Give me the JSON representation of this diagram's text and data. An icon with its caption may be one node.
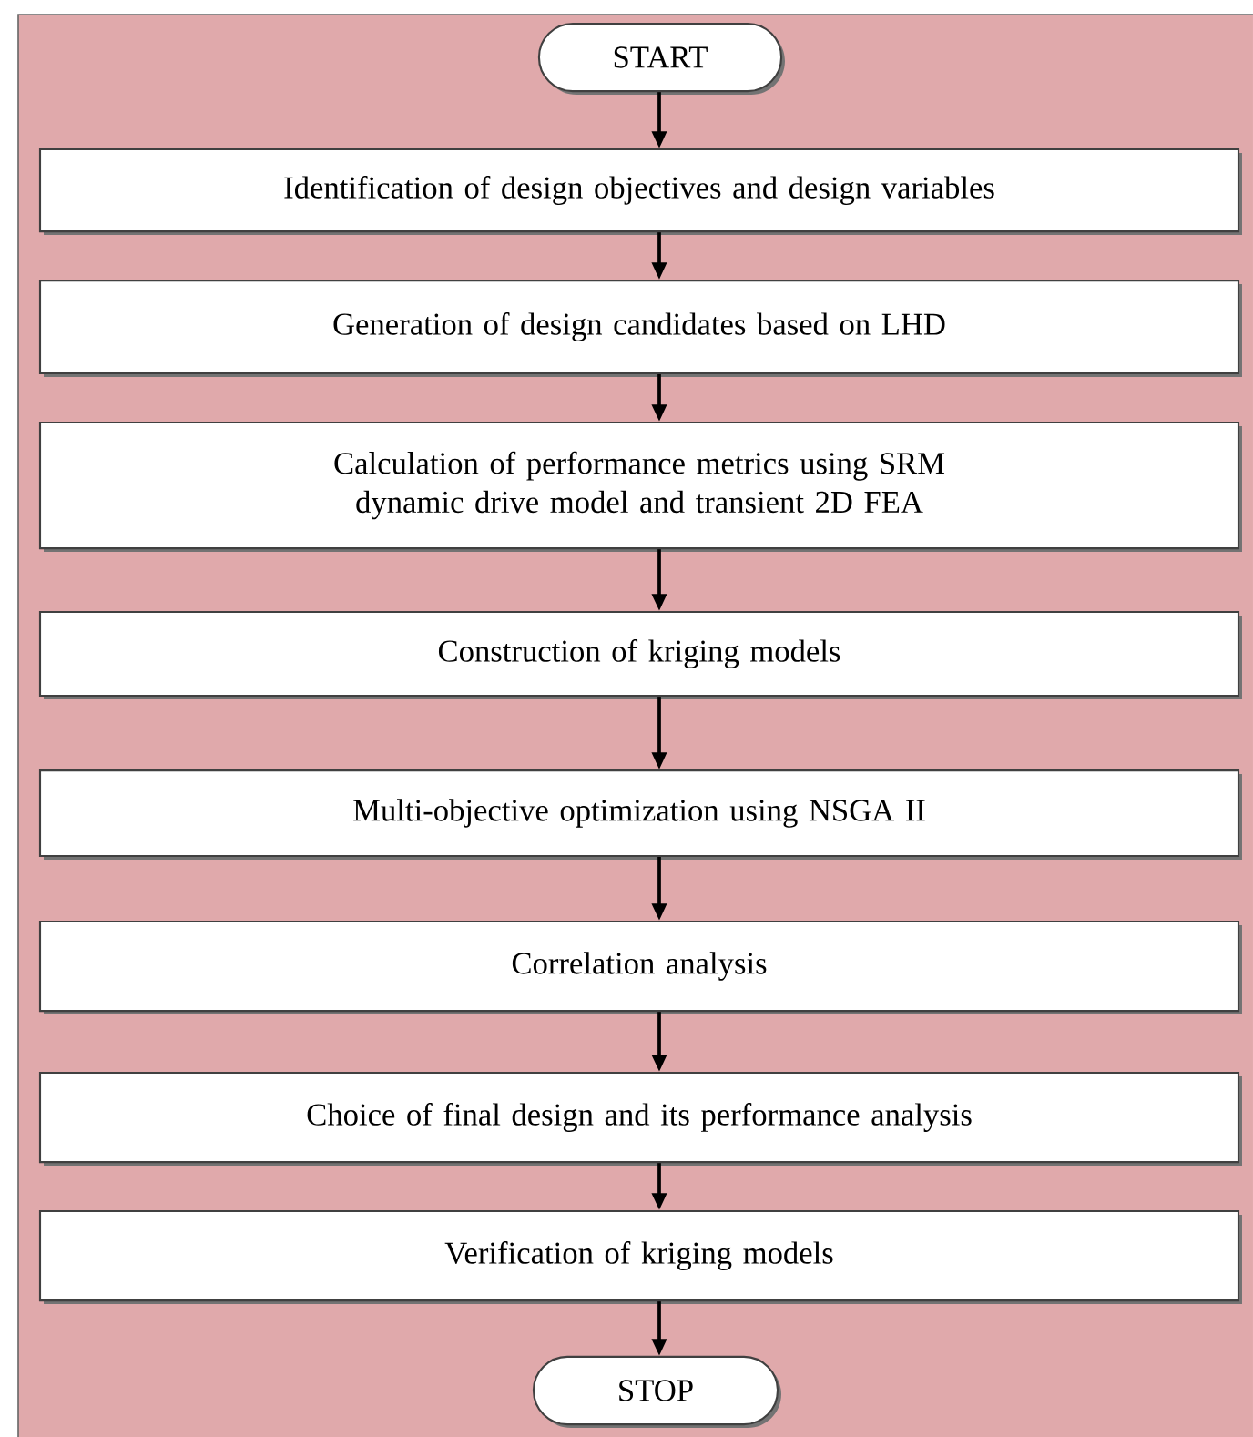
{
  "diagram": {
    "nodes": [
      {
        "text": [
          "START"
        ]
      },
      {
        "text": [
          "Identification of design objectives and design variables"
        ]
      },
      {
        "text": [
          "Generation of design candidates based on LHD"
        ]
      },
      {
        "text": [
          "Calculation of performance metrics using SRM dynamic drive model and transient 2D FEA"
        ]
      },
      {
        "text": [
          "Construction of kriging models"
        ]
      },
      {
        "text": [
          "Multi-objective optimization using NSGA II"
        ]
      },
      {
        "text": [
          "Correlation analysis"
        ]
      },
      {
        "text": [
          "Choice of final design and its performance analysis"
        ]
      },
      {
        "text": [
          "Verification of kriging models"
        ]
      },
      {
        "text": [
          "STOP"
        ]
      }
    ],
    "edges": [
      {
        "from": 0,
        "to": 1,
        "arrow": "to"
      },
      {
        "from": 1,
        "to": 2,
        "arrow": "to"
      },
      {
        "from": 2,
        "to": 3,
        "arrow": "to"
      },
      {
        "from": 3,
        "to": 4,
        "arrow": "to"
      },
      {
        "from": 4,
        "to": 5,
        "arrow": "to"
      },
      {
        "from": 5,
        "to": 6,
        "arrow": "to"
      },
      {
        "from": 6,
        "to": 7,
        "arrow": "to"
      },
      {
        "from": 7,
        "to": 8,
        "arrow": "to"
      },
      {
        "from": 8,
        "to": 9,
        "arrow": "to"
      }
    ]
  }
}
